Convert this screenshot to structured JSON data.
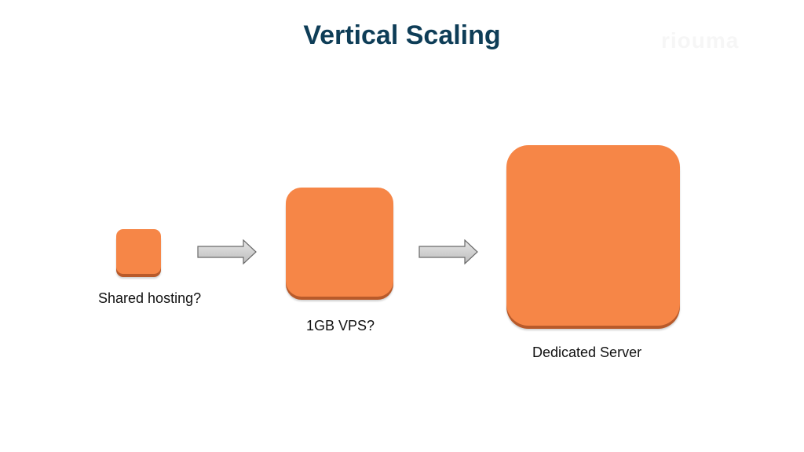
{
  "slide": {
    "title": "Vertical Scaling",
    "watermark": "riouma"
  },
  "diagram": {
    "stages": [
      {
        "label": "Shared hosting?"
      },
      {
        "label": "1GB VPS?"
      },
      {
        "label": "Dedicated Server"
      }
    ]
  },
  "colors": {
    "title": "#0e3d57",
    "server_fill": "#f68647",
    "server_shadow": "#b85a2a",
    "arrow_fill": "#d0d0d0",
    "arrow_stroke": "#6a6a6a"
  },
  "icons": {
    "server": "server-box-icon",
    "arrow": "right-arrow-icon"
  }
}
